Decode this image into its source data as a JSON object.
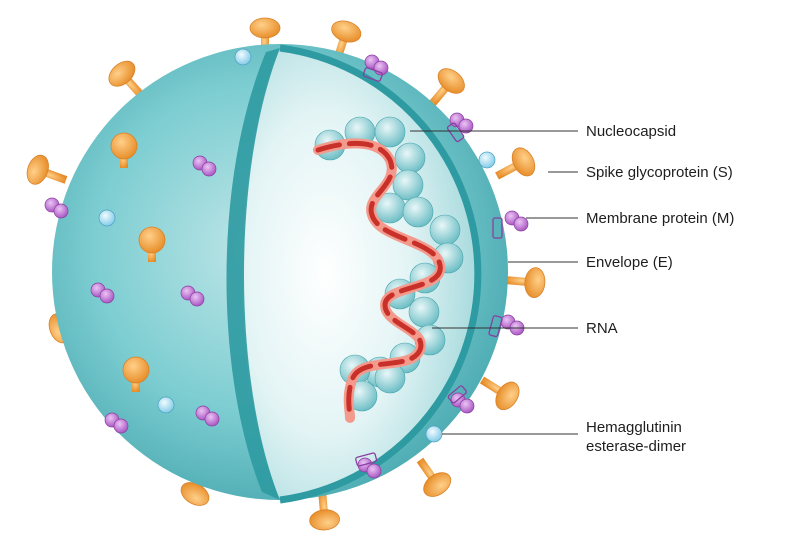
{
  "labels": {
    "nucleocapsid": "Nucleocapsid",
    "spike": "Spike glycoprotein (S)",
    "membrane": "Membrane protein (M)",
    "envelope": "Envelope (E)",
    "rna": "RNA",
    "hemagglutinin_line1": "Hemagglutinin",
    "hemagglutinin_line2": "esterase-dimer"
  },
  "colors": {
    "sphere_outer": "#5fbcc1",
    "sphere_inner": "#dff2f3",
    "shell_edge": "#2e9aa1",
    "spike": "#f3a23a",
    "spike_dark": "#d9822a",
    "membrane_protein": "#b568c8",
    "membrane_protein_dark": "#8a3fa0",
    "hemagglutinin": "#9fd8ee",
    "nucleocapsid": "#8ecfd5",
    "rna_strand": "#c8302a",
    "rna_strand_light": "#f49a8c"
  }
}
